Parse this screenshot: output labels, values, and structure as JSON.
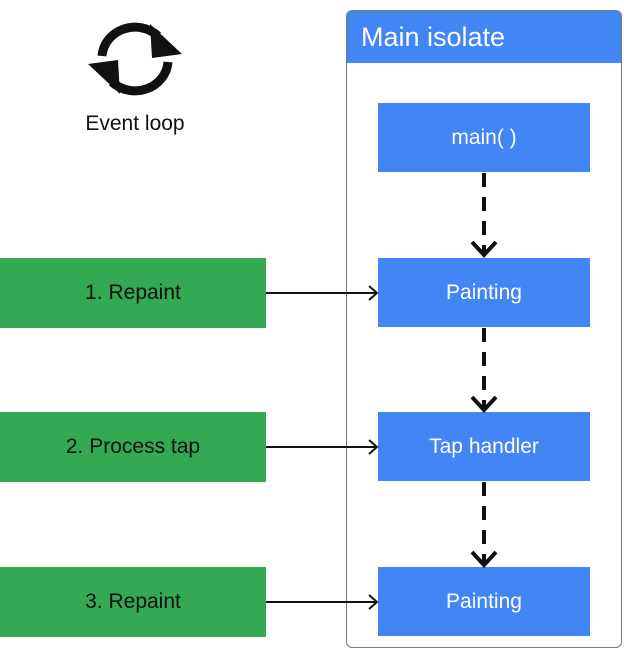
{
  "event_loop": {
    "label": "Event loop",
    "icon": "sync-icon"
  },
  "isolate": {
    "title": "Main isolate",
    "nodes": [
      {
        "id": "main",
        "label": "main( )"
      },
      {
        "id": "painting-1",
        "label": "Painting"
      },
      {
        "id": "tap-handler",
        "label": "Tap handler"
      },
      {
        "id": "painting-2",
        "label": "Painting"
      }
    ]
  },
  "events": [
    {
      "label": "1. Repaint",
      "target": "painting-1"
    },
    {
      "label": "2. Process tap",
      "target": "tap-handler"
    },
    {
      "label": "3. Repaint",
      "target": "painting-2"
    }
  ],
  "colors": {
    "isolate_blue": "#4285f4",
    "event_green": "#34a853",
    "frame_gray": "#7a7a7a"
  }
}
